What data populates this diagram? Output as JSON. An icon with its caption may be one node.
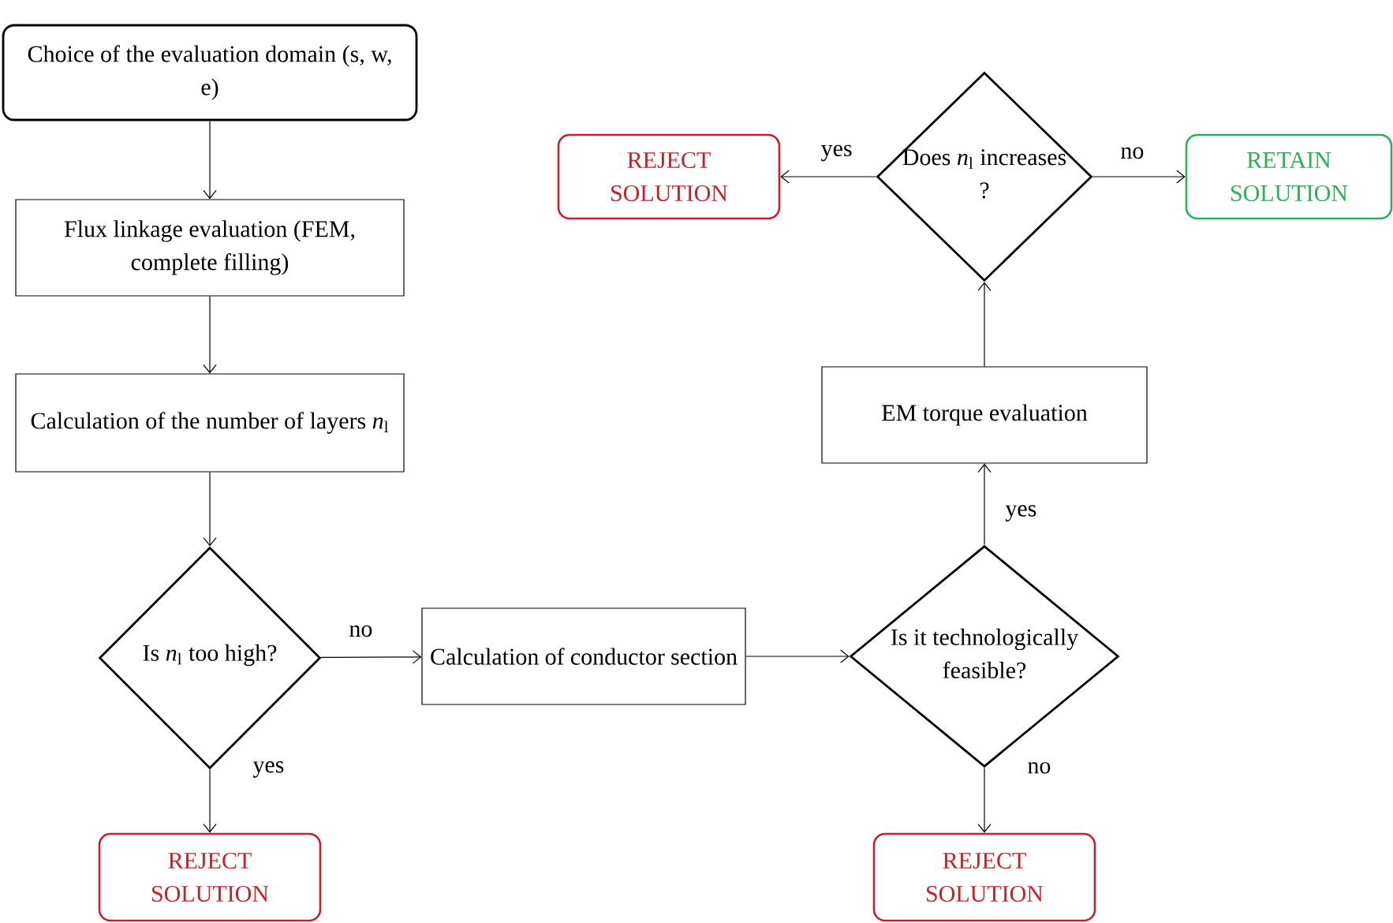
{
  "diagram": {
    "nodes": [
      {
        "text": [
          "Choice of the evaluation domain (s, w, e)"
        ]
      },
      {
        "text": [
          "Flux linkage evaluation (FEM, complete filling)"
        ]
      },
      {
        "text": [
          "Calculation of the number of layers *n*$_{l}$"
        ]
      },
      {
        "text": [
          "Is *n*$_{l}$ too high?"
        ]
      },
      {
        "text": [
          "REJECT SOLUTION"
        ]
      },
      {
        "text": [
          "Calculation of conductor section"
        ]
      },
      {
        "text": [
          "Is it technologically feasible?"
        ]
      },
      {
        "text": [
          "REJECT SOLUTION"
        ]
      },
      {
        "text": [
          "EM torque evaluation"
        ]
      },
      {
        "text": [
          "Does *n*$_{l}$ increases ?"
        ]
      },
      {
        "text": [
          "REJECT SOLUTION"
        ]
      },
      {
        "text": [
          "RETAIN SOLUTION"
        ]
      }
    ],
    "edges": [
      {
        "from": 0,
        "to": 1,
        "arrow": "to"
      },
      {
        "from": 1,
        "to": 2,
        "arrow": "to"
      },
      {
        "from": 2,
        "to": 3,
        "arrow": "to"
      },
      {
        "from": 3,
        "to": 4,
        "arrow": "to",
        "label": "yes"
      },
      {
        "from": 3,
        "to": 5,
        "arrow": "to",
        "label": "no"
      },
      {
        "from": 5,
        "to": 6,
        "arrow": "to"
      },
      {
        "from": 6,
        "to": 7,
        "arrow": "to",
        "label": "no"
      },
      {
        "from": 6,
        "to": 8,
        "arrow": "to",
        "label": "yes"
      },
      {
        "from": 8,
        "to": 9,
        "arrow": "to"
      },
      {
        "from": 9,
        "to": 10,
        "arrow": "to",
        "label": "yes"
      },
      {
        "from": 9,
        "to": 11,
        "arrow": "to",
        "label": "no"
      }
    ]
  }
}
